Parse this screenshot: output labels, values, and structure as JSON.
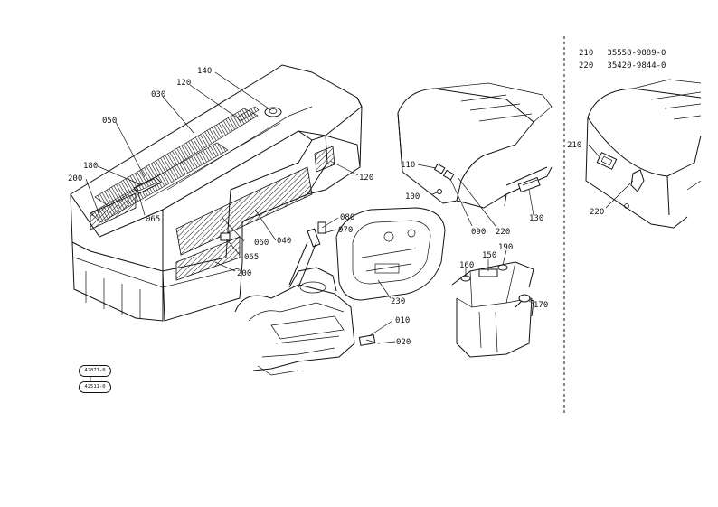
{
  "callouts": {
    "c010": "010",
    "c020": "020",
    "c030": "030",
    "c040": "040",
    "c050": "050",
    "c060": "060",
    "c065a": "065",
    "c065b": "065",
    "c070": "070",
    "c080": "080",
    "c090": "090",
    "c100": "100",
    "c110": "110",
    "c120a": "120",
    "c120b": "120",
    "c130": "130",
    "c140": "140",
    "c150": "150",
    "c160": "160",
    "c170": "170",
    "c180": "180",
    "c190": "190",
    "c200a": "200",
    "c200b": "200",
    "c210": "210",
    "c220a": "220",
    "c220b": "220",
    "c230": "230"
  },
  "parts_list": [
    {
      "ref": "210",
      "part_no": "35558-9889-0"
    },
    {
      "ref": "220",
      "part_no": "35420-9844-0"
    }
  ],
  "stamps": {
    "stamp_top": "42871-0",
    "stamp_bottom": "42511-0"
  }
}
